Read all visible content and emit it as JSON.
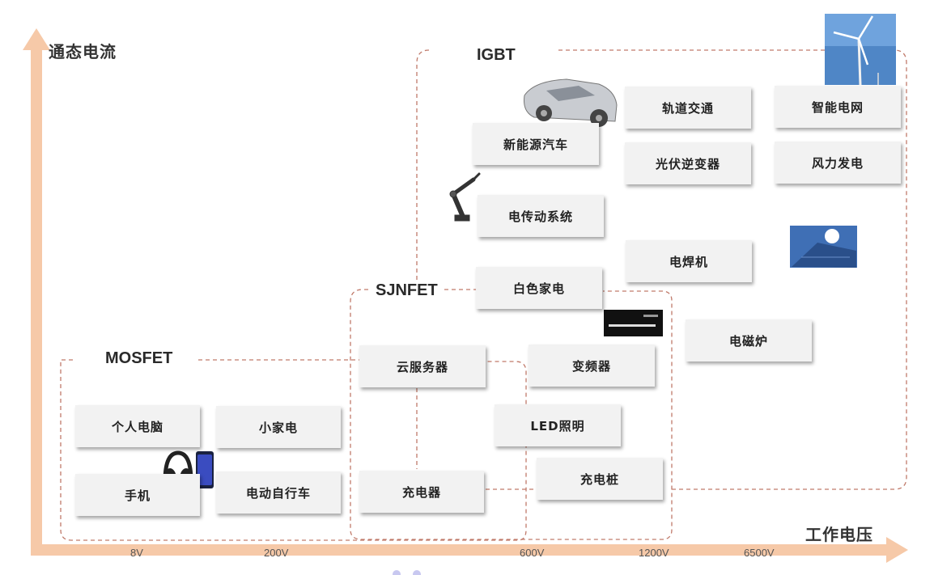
{
  "axes": {
    "y_label": "通态电流",
    "x_label": "工作电压",
    "ticks": [
      "8V",
      "200V",
      "600V",
      "1200V",
      "6500V"
    ]
  },
  "regions": {
    "mosfet": "MOSFET",
    "sjnfet": "SJNFET",
    "igbt": "IGBT"
  },
  "applications": {
    "pc": "个人电脑",
    "small_appliance": "小家电",
    "phone": "手机",
    "ebike": "电动自行车",
    "cloud_server": "云服务器",
    "charger": "充电器",
    "inverter": "变频器",
    "led": "LED照明",
    "charging_pile": "充电桩",
    "white_goods": "白色家电",
    "induction_cooker": "电磁炉",
    "welder": "电焊机",
    "drive_system": "电传动系统",
    "nev": "新能源汽车",
    "rail": "轨道交通",
    "pv_inverter": "光伏逆变器",
    "smart_grid": "智能电网",
    "wind_power": "风力发电"
  },
  "colors": {
    "axis": "#f6c9a8",
    "dash": "#c07a6a",
    "box": "#f2f2f2"
  },
  "icons": [
    "headphones-icon",
    "smartphone-icon",
    "robot-arm-icon",
    "sports-car-icon",
    "wind-turbine-icon",
    "solar-panel-icon",
    "induction-cooker-icon"
  ]
}
